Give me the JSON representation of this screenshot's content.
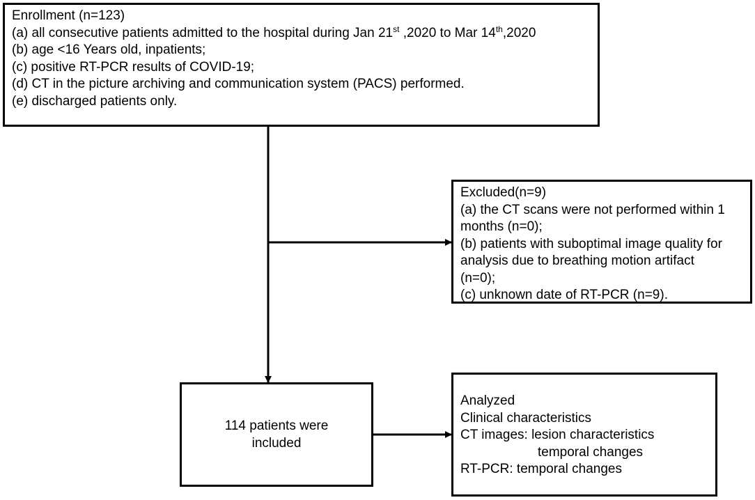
{
  "enrollment": {
    "title": "Enrollment (n=123)",
    "a_prefix": "(a) all consecutive patients admitted to the hospital during Jan 21",
    "a_sup1": "st",
    "a_mid": " ,2020 to Mar 14",
    "a_sup2": "th",
    "a_suffix": ",2020",
    "b": "(b) age <16 Years old, inpatients;",
    "c": "(c) positive RT-PCR results of COVID-19;",
    "d": "(d) CT in the picture archiving and communication system (PACS) performed.",
    "e": "(e) discharged patients only."
  },
  "excluded": {
    "lines": [
      "Excluded(n=9)",
      "(a) the CT scans were not performed within 1",
      "months (n=0);",
      "(b) patients with suboptimal image quality for",
      "analysis due to breathing motion artifact",
      "(n=0);",
      "(c) unknown date of RT-PCR (n=9)."
    ]
  },
  "included": {
    "text": "114 patients were included"
  },
  "analyzed": {
    "lines": [
      "Analyzed",
      "Clinical characteristics",
      "CT images: lesion characteristics",
      "temporal changes",
      "RT-PCR: temporal changes"
    ]
  }
}
